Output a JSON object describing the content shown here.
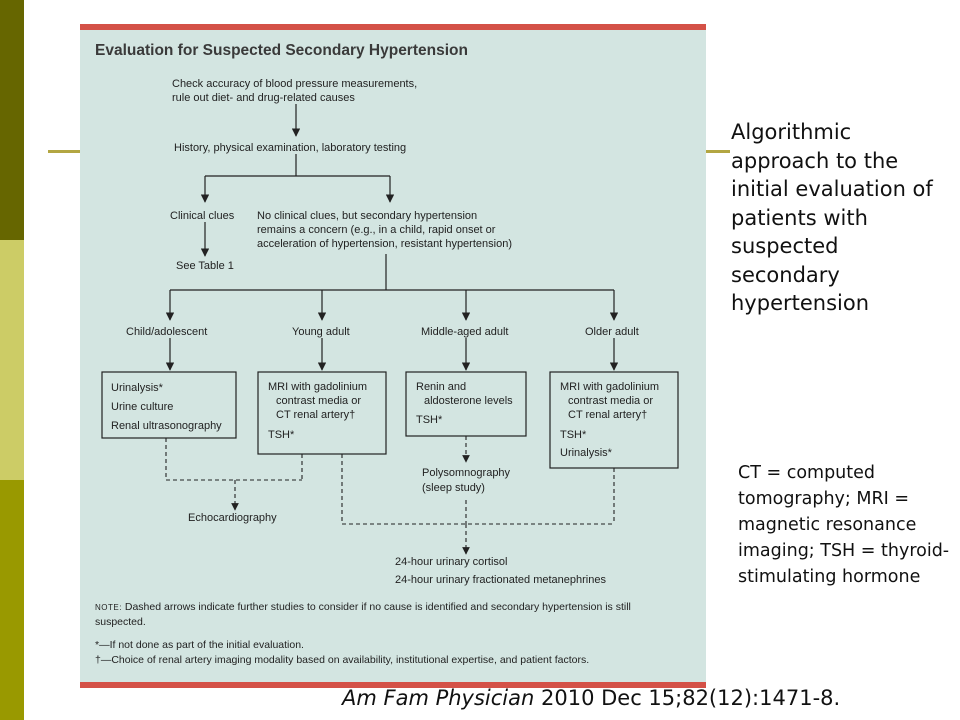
{
  "slide": {
    "caption": "Algorithmic approach to the initial evaluation of patients with suspected secondary hypertension",
    "abbreviations": "CT = computed tomography; MRI = magnetic resonance imaging; TSH = thyroid-stimulating hormone",
    "citation_journal": "Am Fam Physician",
    "citation_details": " 2010 Dec 15;82(12):1471-8."
  },
  "figure": {
    "title": "Evaluation for Suspected Secondary Hypertension",
    "step1_line1": "Check accuracy of blood pressure measurements,",
    "step1_line2": "rule out diet- and drug-related causes",
    "step2": "History, physical examination, laboratory testing",
    "clinical_clues": "Clinical clues",
    "see_table": "See Table 1",
    "no_clues_line1": "No clinical clues, but secondary hypertension",
    "no_clues_line2": "remains a concern (e.g., in a child, rapid onset or",
    "no_clues_line3": "acceleration of hypertension, resistant hypertension)",
    "groups": {
      "child": "Child/adolescent",
      "young": "Young adult",
      "middle": "Middle-aged adult",
      "older": "Older adult"
    },
    "box_child": [
      "Urinalysis*",
      "Urine culture",
      "Renal ultrasonography"
    ],
    "box_young": [
      "MRI with gadolinium",
      "contrast media or",
      "CT renal artery†",
      "TSH*"
    ],
    "box_middle": [
      "Renin and",
      "aldosterone levels",
      "TSH*"
    ],
    "box_older": [
      "MRI with gadolinium",
      "contrast media or",
      "CT renal artery†",
      "TSH*",
      "Urinalysis*"
    ],
    "polysomnography_line1": "Polysomnography",
    "polysomnography_line2": "(sleep study)",
    "echocardiography": "Echocardiography",
    "urine_line1": "24-hour urinary cortisol",
    "urine_line2": "24-hour urinary fractionated metanephrines",
    "note_label": "NOTE:",
    "note_line1": " Dashed arrows indicate further studies to consider if no cause is identified and secondary hypertension is still",
    "note_line2": "suspected.",
    "footnote_star": "*—If not done as part of the initial evaluation.",
    "footnote_dagger": "†—Choice of renal artery imaging modality based on availability, institutional expertise, and patient factors."
  },
  "colors": {
    "panel_bg": "#d3e5e1",
    "panel_border": "#d45147",
    "sidebar_dark": "#666600",
    "sidebar_light": "#cccc66",
    "sidebar_mid": "#999900",
    "rule": "#b3a642"
  }
}
